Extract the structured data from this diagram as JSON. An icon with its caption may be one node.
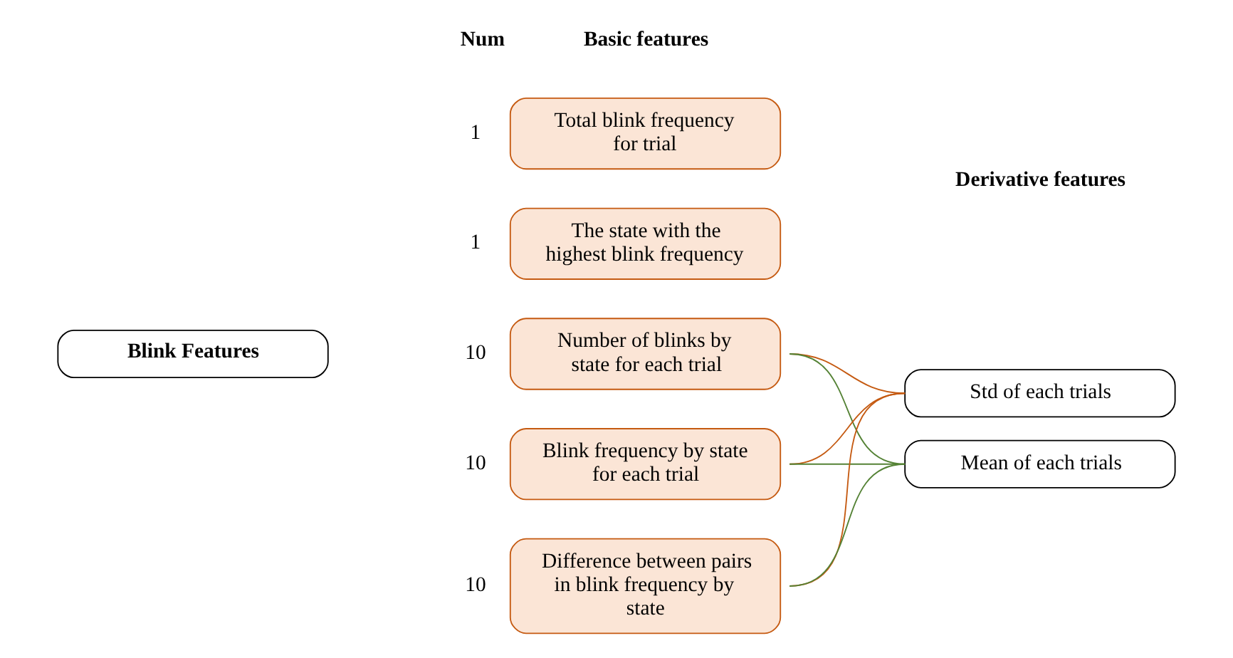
{
  "diagram": {
    "nodes": [
      {
        "text": [
          "Blink Features"
        ]
      },
      {
        "text": [
          "Total blink frequency for trial"
        ],
        "beside": [
          "1"
        ]
      },
      {
        "text": [
          "The state with the highest blink frequency"
        ],
        "beside": [
          "1"
        ]
      },
      {
        "text": [
          "Number of blinks by state for each trial"
        ],
        "beside": [
          "10"
        ]
      },
      {
        "text": [
          "Blink frequency by state for each trial"
        ],
        "beside": [
          "10"
        ]
      },
      {
        "text": [
          "Difference between pairs in blink frequency by state"
        ],
        "beside": [
          "10"
        ]
      },
      {
        "text": [
          "Std of each trials"
        ]
      },
      {
        "text": [
          "Mean of each trials"
        ]
      }
    ],
    "edges": [
      {
        "from": 3,
        "to": 6,
        "arrow": "none",
        "color": "#c55a11"
      },
      {
        "from": 3,
        "to": 7,
        "arrow": "none",
        "color": "#548235"
      },
      {
        "from": 4,
        "to": 6,
        "arrow": "none",
        "color": "#c55a11"
      },
      {
        "from": 4,
        "to": 7,
        "arrow": "none",
        "color": "#548235"
      },
      {
        "from": 5,
        "to": 6,
        "arrow": "none",
        "color": "#c55a11"
      },
      {
        "from": 5,
        "to": 7,
        "arrow": "none",
        "color": "#548235"
      }
    ],
    "labels": [
      "Num",
      "Basic features",
      "Derivative features"
    ]
  }
}
